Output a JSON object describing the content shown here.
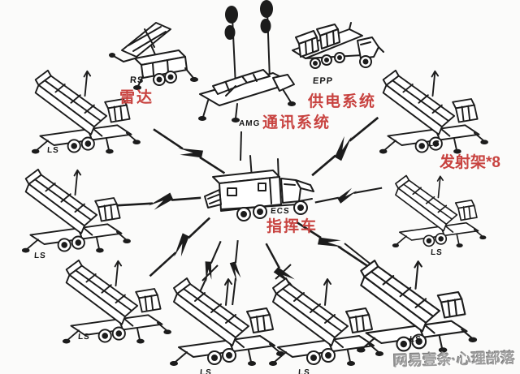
{
  "diagram": {
    "center": {
      "code": "ECS",
      "name": "指挥车"
    },
    "units": {
      "rs": {
        "code": "RS",
        "name": "雷达"
      },
      "amg": {
        "code": "AMG",
        "name": "通讯系统"
      },
      "epp": {
        "code": "EPP",
        "name": "供电系统"
      },
      "ecs": {
        "code": "ECS",
        "name": "指挥车"
      },
      "ls": {
        "code": "LS",
        "name": "发射架*8",
        "count": 8
      }
    }
  },
  "watermark": {
    "text": "网易壹条·心理部落"
  },
  "colors": {
    "ink": "#1c1c1c",
    "label_red": "#c84340",
    "background": "#fbfbfa",
    "watermark_gray": "#9b9b9b"
  }
}
